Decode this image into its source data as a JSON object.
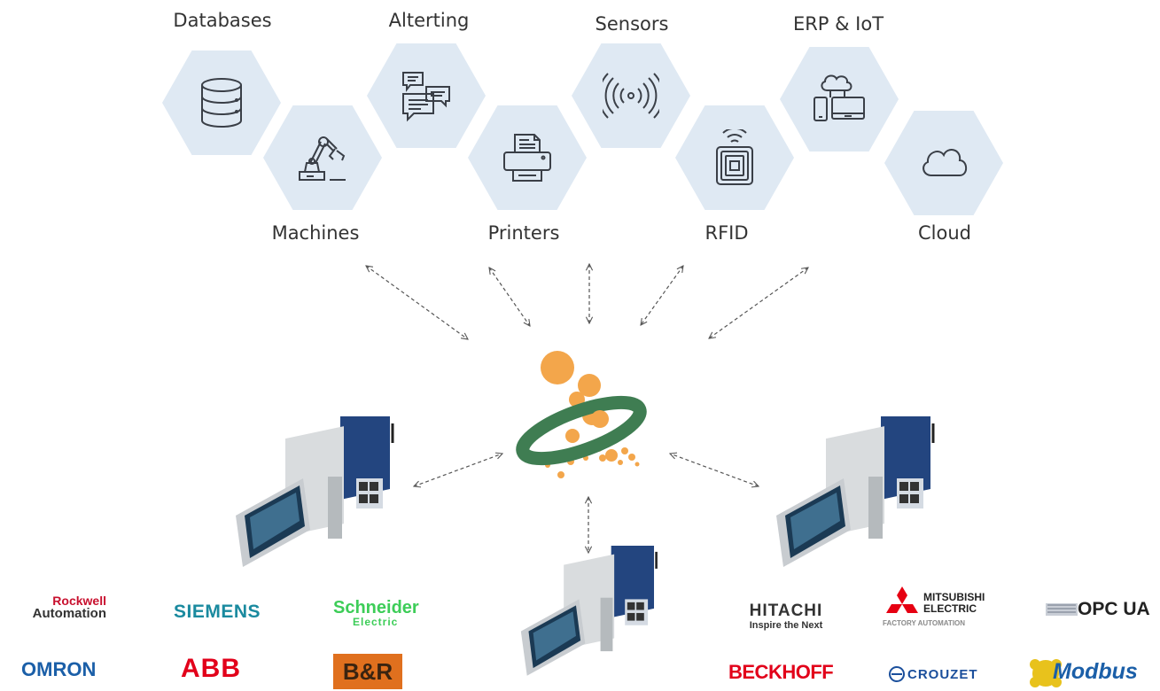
{
  "categories": {
    "databases": "Databases",
    "alerting": "Alterting",
    "sensors": "Sensors",
    "erp_iot": "ERP & IoT",
    "machines": "Machines",
    "printers": "Printers",
    "rfid": "RFID",
    "cloud": "Cloud"
  },
  "brands": {
    "rockwell_1": "Rockwell",
    "rockwell_2": "Automation",
    "siemens": "SIEMENS",
    "schneider_1": "Schneider",
    "schneider_2": "Electric",
    "omron": "OMRON",
    "abb": "ABB",
    "br": "B&R",
    "hitachi_1": "HITACHI",
    "hitachi_2": "Inspire the Next",
    "mitsubishi_1": "MITSUBISHI",
    "mitsubishi_2": "ELECTRIC",
    "mitsubishi_3": "FACTORY AUTOMATION",
    "opc": "OPC UA",
    "beckhoff": "BECKHOFF",
    "crouzet": "CROUZET",
    "modbus": "Modbus"
  },
  "colors": {
    "hex_fill": "#dfe9f3",
    "icon_stroke": "#3a3f47",
    "hub_orange": "#f3a64b",
    "hub_green": "#3f7d52",
    "rockwell": "#c8102e",
    "siemens": "#1a8a9f",
    "schneider": "#3dcd58",
    "omron": "#1b5fa8",
    "abb": "#e2001a",
    "br": "#e0701e",
    "beckhoff": "#e2001a",
    "mitsubishi": "#e60012",
    "crouzet": "#1b4f9c",
    "modbus": "#1b5fa8"
  },
  "icons": [
    "database-icon",
    "chat-alert-icon",
    "wireless-signal-icon",
    "devices-cloud-icon",
    "robot-arm-icon",
    "printer-icon",
    "rfid-tag-icon",
    "cloud-icon",
    "plc-device-icon"
  ]
}
